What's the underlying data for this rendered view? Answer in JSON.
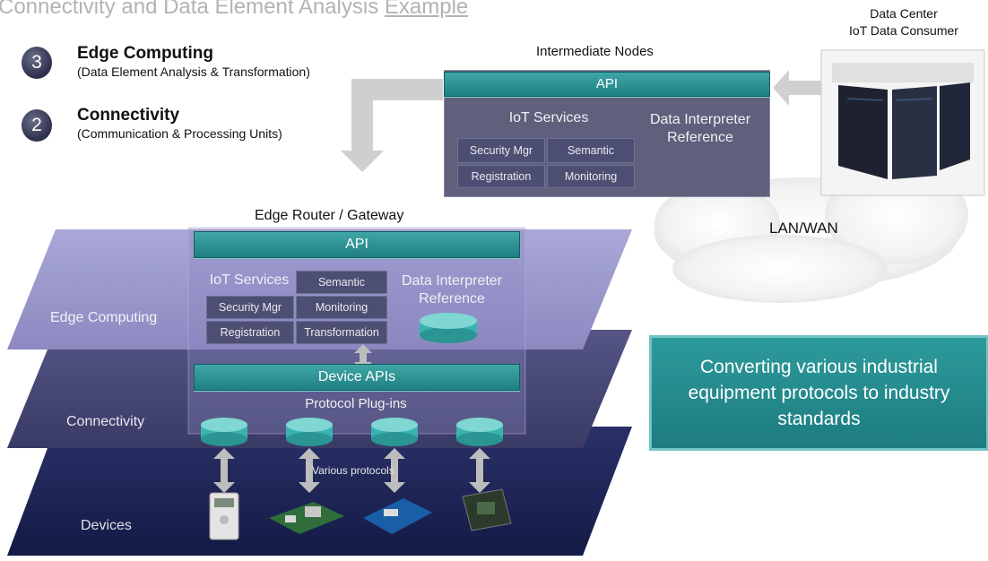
{
  "title": {
    "main": "Connectivity and Data Element Analysis",
    "example": "Example"
  },
  "legend": [
    {
      "number": "3",
      "title": "Edge Computing",
      "subtitle": "(Data Element Analysis & Transformation)"
    },
    {
      "number": "2",
      "title": "Connectivity",
      "subtitle": "(Communication & Processing Units)"
    }
  ],
  "intermediate": {
    "label": "Intermediate Nodes",
    "api": "API",
    "iot_services": "IoT Services",
    "services": [
      "Security Mgr",
      "Semantic",
      "Registration",
      "Monitoring"
    ],
    "interpreter": "Data Interpreter Reference"
  },
  "datacenter": {
    "line1": "Data Center",
    "line2": "IoT Data Consumer"
  },
  "cloud_label": "LAN/WAN",
  "edge": {
    "label": "Edge Router / Gateway",
    "api": "API",
    "iot_services": "IoT Services",
    "services": [
      "Semantic",
      "Security Mgr",
      "Monitoring",
      "Registration",
      "Transformation"
    ],
    "interpreter": "Data Interpreter Reference",
    "device_apis": "Device APIs",
    "protocol_plugins": "Protocol Plug-ins",
    "various_protocols": "Various protocols"
  },
  "layers": {
    "edge_computing": "Edge Computing",
    "connectivity": "Connectivity",
    "devices": "Devices"
  },
  "callout": "Converting various industrial equipment protocols to industry standards",
  "colors": {
    "teal": "#2a8f91",
    "layer_edge": "#9896cc",
    "layer_conn": "#4a4a79",
    "layer_devices": "#1e2557",
    "service_box": "#4d4f72"
  }
}
